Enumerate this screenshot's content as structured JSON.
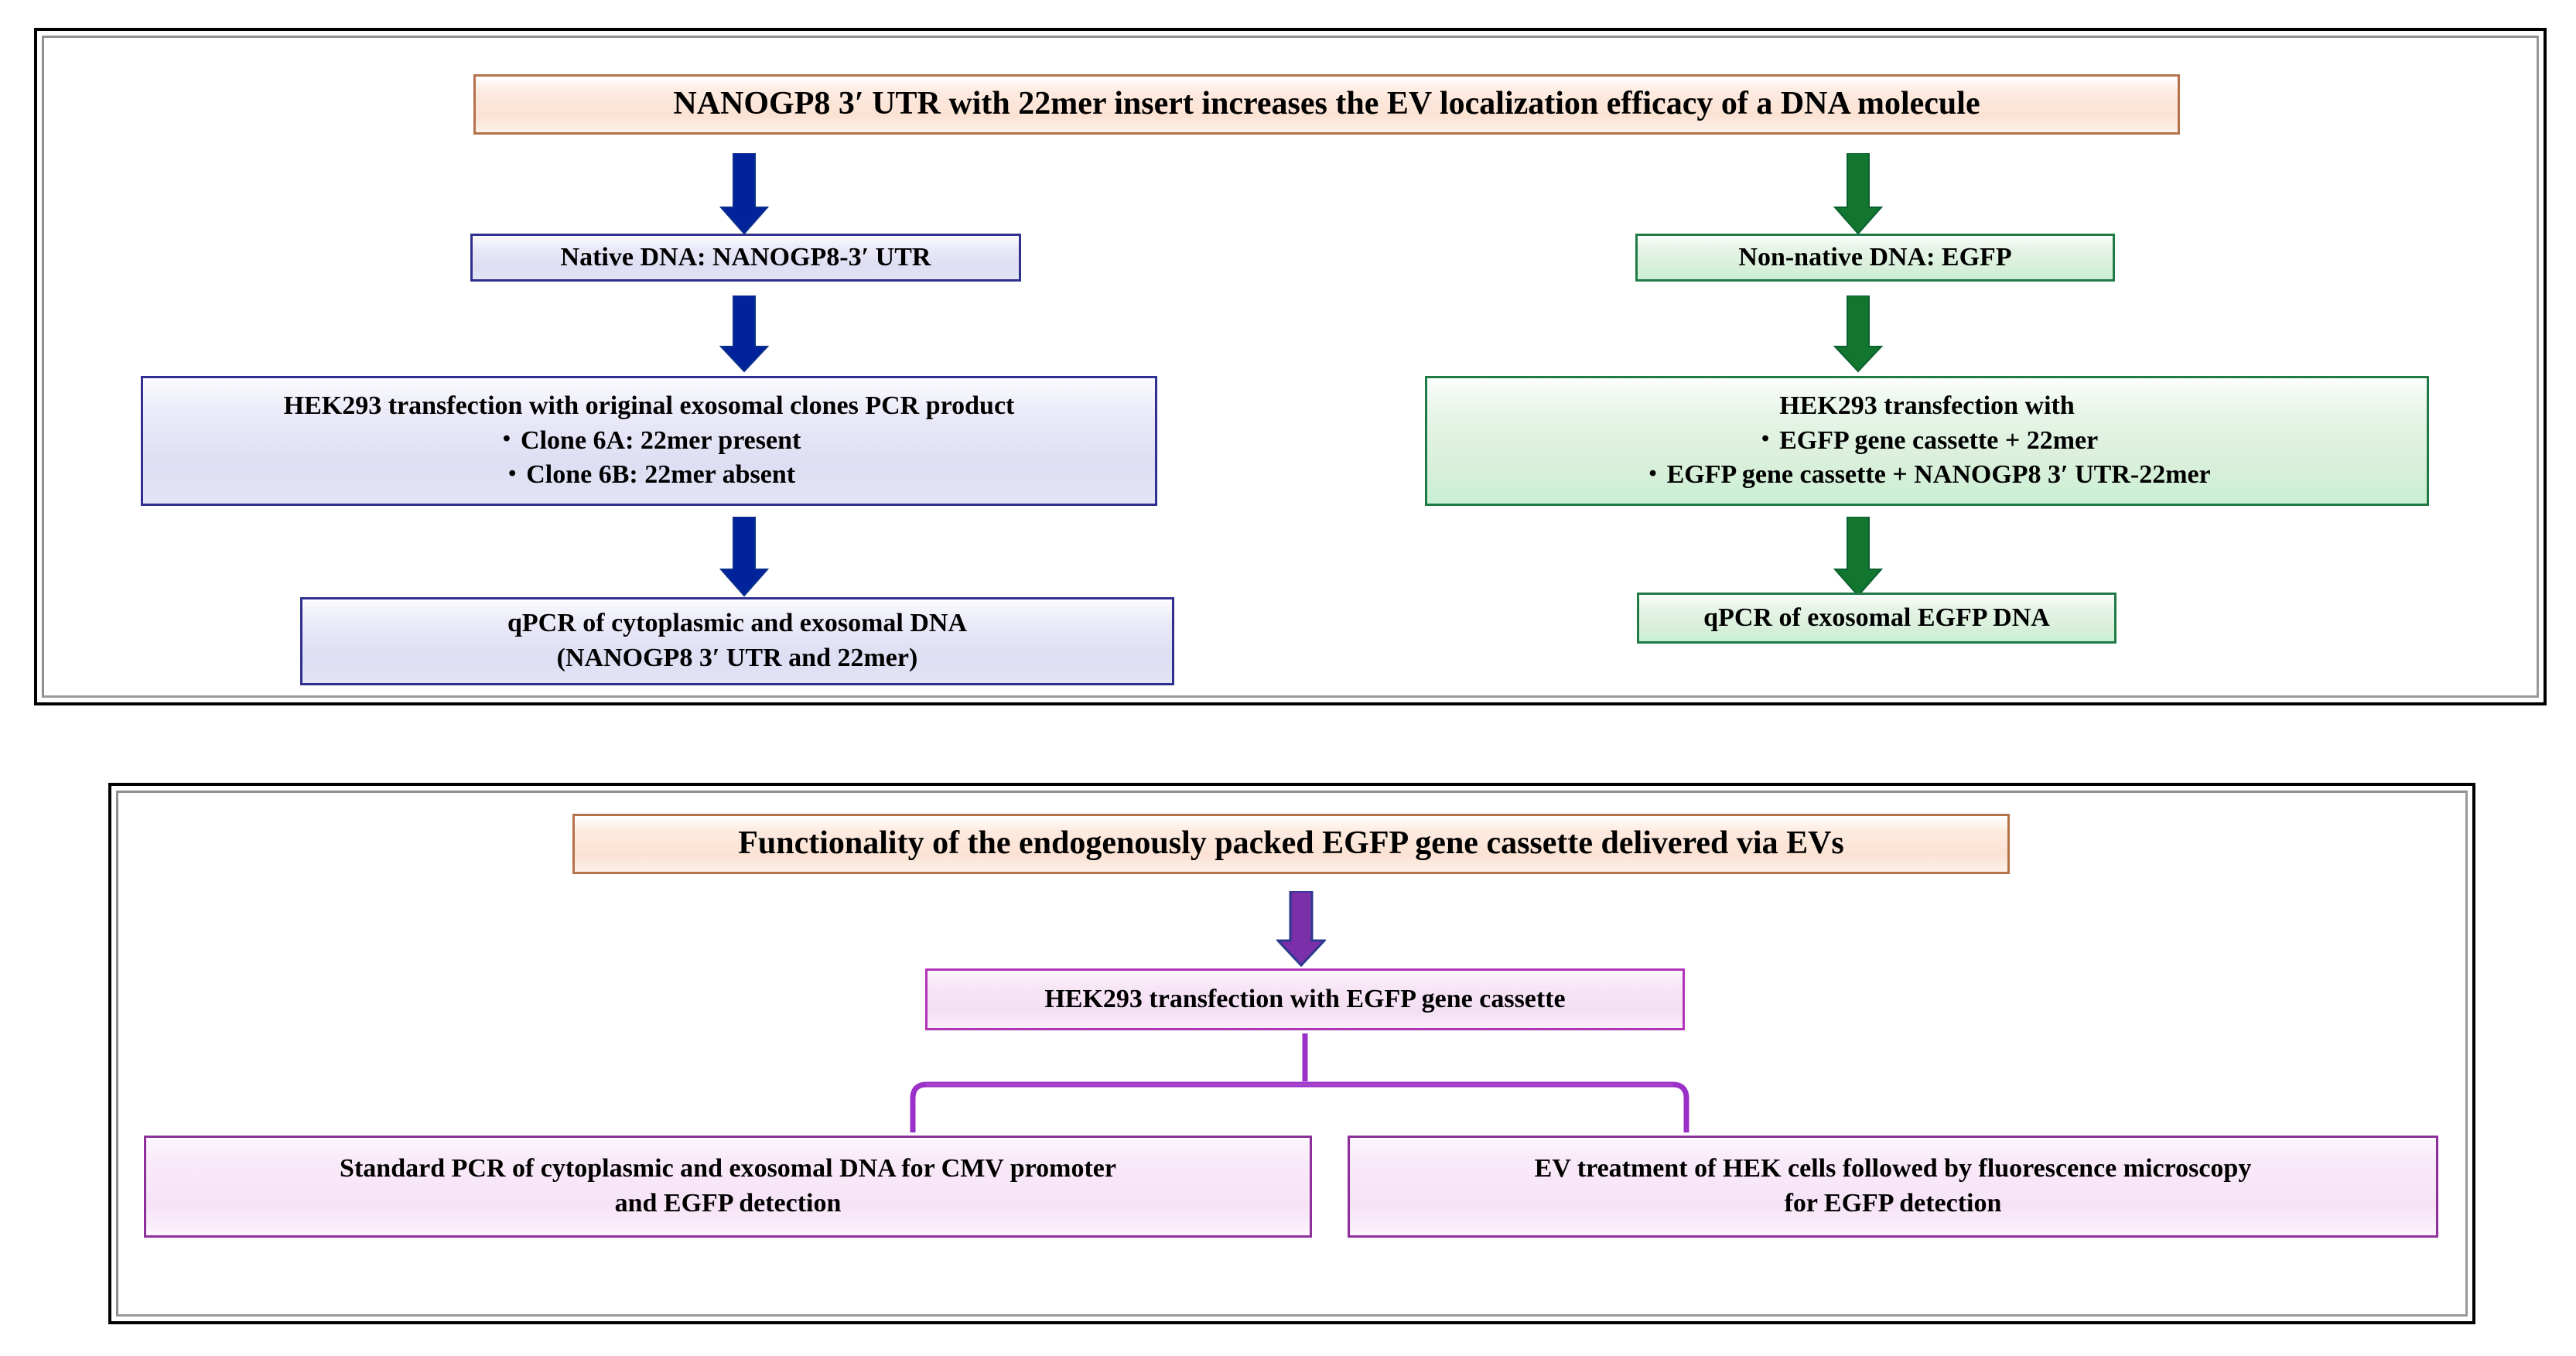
{
  "figure": {
    "panels": [
      {
        "id": "panel-one",
        "title": "NANOGP8 3′ UTR with 22mer insert increases the EV localization efficacy of a DNA molecule",
        "branches": [
          {
            "id": "native-branch",
            "color": "#2f3090",
            "arrow_color": "#00239c",
            "steps": [
              {
                "id": "native-dna",
                "text": "Native DNA: NANOGP8-3′ UTR"
              },
              {
                "id": "hek-original-clones",
                "heading": "HEK293 transfection with original exosomal clones PCR product",
                "bullets": [
                  "Clone 6A: 22mer present",
                  "Clone 6B: 22mer absent"
                ]
              },
              {
                "id": "qpcr-cyto-exo",
                "lines": [
                  "qPCR of cytoplasmic and exosomal DNA",
                  "(NANOGP8  3′ UTR and 22mer)"
                ]
              }
            ]
          },
          {
            "id": "non-native-branch",
            "color": "#1f7a46",
            "arrow_color": "#12762f",
            "steps": [
              {
                "id": "non-native-dna",
                "text": "Non-native DNA: EGFP"
              },
              {
                "id": "hek-egfp-cassette",
                "heading": "HEK293 transfection with",
                "bullets": [
                  "EGFP gene cassette + 22mer",
                  "EGFP gene cassette + NANOGP8 3′ UTR-22mer"
                ]
              },
              {
                "id": "qpcr-exosomal-egfp",
                "text": "qPCR of exosomal EGFP DNA"
              }
            ]
          }
        ]
      },
      {
        "id": "panel-two",
        "title": "Functionality of the endogenously packed EGFP gene cassette delivered via EVs",
        "arrow_color": "#7b2fa8",
        "bracket_color": "#9b30c9",
        "steps": [
          {
            "id": "hek-transfection-egfp",
            "text": "HEK293 transfection with EGFP gene cassette"
          }
        ],
        "outcomes": [
          {
            "id": "standard-pcr-outcome",
            "lines": [
              "Standard PCR of cytoplasmic and exosomal DNA for CMV promoter",
              "and EGFP  detection"
            ]
          },
          {
            "id": "ev-treatment-outcome",
            "lines": [
              "EV treatment of HEK cells followed by fluorescence microscopy",
              "for EGFP detection"
            ]
          }
        ]
      }
    ],
    "colors": {
      "title_border": "#b5714a",
      "title_fill": "#fbe2d3",
      "blue_border": "#2f3090",
      "blue_fill": "#e1e1f4",
      "green_border": "#1f7a46",
      "green_fill": "#d9efdb",
      "pink_border": "#b133b7",
      "pink_fill": "#f4dff3",
      "frame_outer": "#000000",
      "frame_inner": "#9a9a9a",
      "blue_arrow": "#00239c",
      "green_arrow": "#12762f",
      "purple_arrow": "#7b2fa8"
    }
  }
}
